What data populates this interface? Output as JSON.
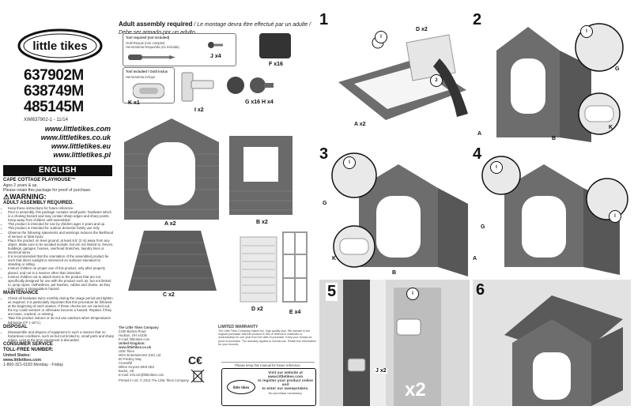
{
  "brand": {
    "name": "little tikes"
  },
  "models": [
    "637902M",
    "638749M",
    "485145M"
  ],
  "code": "XIM637902-1 - 11/14",
  "urls": [
    "www.littletikes.com",
    "www.littletikes.co.uk",
    "www.littletikes.eu",
    "www.littletikes.pl"
  ],
  "language": "ENGLISH",
  "product": {
    "name": "CAPE COTTAGE PLAYHOUSE™",
    "ages": "Ages 2 years & up.",
    "retain": "Please retain this package for proof of purchase."
  },
  "warning": {
    "title": "WARNING:",
    "subtitle": "ADULT ASSEMBLY REQUIRED.",
    "items": [
      "Keep these instructions for future reference.",
      "Prior to assembly, this package contains small parts: hardware which is a choking hazard and may contain sharp edges and sharp points. Keep away from children until assembled.",
      "This product is intended for use by children ages 2 years and up.",
      "This product is intended for outdoor domestic family use only.",
      "Observe the following statements and warnings reduces the likelihood of serious or fatal injury:",
      "Place the product on level ground, at least 6.5' (2 m) away from any object. Make sure to be avoided include, but are not limited to, fences, buildings, garages, houses, overhead branches, laundry lines or electrical wires.",
      "It is recommended that the orientation of the assembled product be such that direct sunlight is minimized on surfaces intended for standing or sitting.",
      "Instruct children on proper use of this product, only after properly placed, and not in a manner other than intended.",
      "Instruct children not to attach items to the product that are not specifically designed for use with the product such as, but not limited to, jump ropes, clotheslines, pet leashes, cables and chains, as they may cause a strangulation hazard."
    ]
  },
  "maintenance": {
    "title": "MAINTENANCE",
    "items": [
      "Check all hardware twice monthly during the usage period and tighten as required. It is particularly important that this procedure be followed at the beginning of each season. If these checks are not carried out, the toy could overturn or otherwise become a hazard. Replace if they are loose, cracked, or missing.",
      "Take this product indoors or do not use outdoors when temperatures fall below 0°F (-18°C)."
    ]
  },
  "disposal": {
    "title": "DISPOSAL",
    "items": [
      "Disassemble and dispose of equipment in such a manner that no hazardous conditions, such as but not limited to, small parts and sharp edges, exist at the time equipment is discarded."
    ]
  },
  "consumer": {
    "title": "CONSUMER SERVICE",
    "toll_free": "TOLL-FREE NUMBER:",
    "country": "United States:",
    "site": "www.littletikes.com",
    "phone": "1-800-321-0183 Monday - Friday"
  },
  "header": {
    "title": "Adult assembly required",
    "title_fr": " / Le montage devra être effectué par un adulte /",
    "title_es": "Debe ser armado por un adulto"
  },
  "tools": {
    "required_title": "Tool required (not included)",
    "required_fr": "Outil Requis (non compris)",
    "required_es": "Herramienta Requerida (no Incluida)",
    "included_title": "Tool included / Outil inclus",
    "included_es": "Herramienta incluye"
  },
  "parts": {
    "J": "J x4",
    "F": "F x16",
    "K": "K x1",
    "I": "I x2",
    "G": "G x16",
    "H": "H x4",
    "A": "A x2",
    "B": "B x2",
    "C": "C x2",
    "D": "D x2",
    "E": "E x4"
  },
  "company": {
    "name": "The Little Tikes Company",
    "addr1": "2180 Barlow Road",
    "addr2": "Hudson, OH 44236",
    "email": "E-mail: littletikes.com",
    "uk_title": "United Kingdom:",
    "uk_site": "www.littletikes.co.uk",
    "uk_lines": [
      "Little Tikes",
      "MGA Entertainment (UK) Ltd",
      "50 Presley Way",
      "Crownhill",
      "Milton Keynes MK8 0ES",
      "Bucks, UK",
      "E-mail: info.UK@littletikes.com"
    ],
    "copyright": "Printed in US. © 2014 The Little Tikes Company."
  },
  "warranty": {
    "title": "LIMITED WARRANTY",
    "body": "The Little Tikes Company makes fun, high quality toys. We warrant to the original purchaser that this product is free of defects in materials or workmanship for one year from the date of purchase. Keep your receipt as proof of purchase. The warranty applies to normal use. Retain this information for your records.",
    "footer": "Please keep this manual for future reference."
  },
  "promo": {
    "line1": "Visit our website at",
    "line2": "www.littletikes.com",
    "line3": "to register your product online and",
    "line4": "to enter our sweepstakes.",
    "line5": "No purchase necessary."
  },
  "steps": [
    "1",
    "2",
    "3",
    "4",
    "5",
    "6"
  ],
  "step_labels": {
    "s1_D": "D x2",
    "s1_A": "A x2",
    "s5_J": "J x2",
    "s5_x": "x2"
  },
  "markers": [
    "I",
    "G",
    "K",
    "A",
    "B"
  ]
}
